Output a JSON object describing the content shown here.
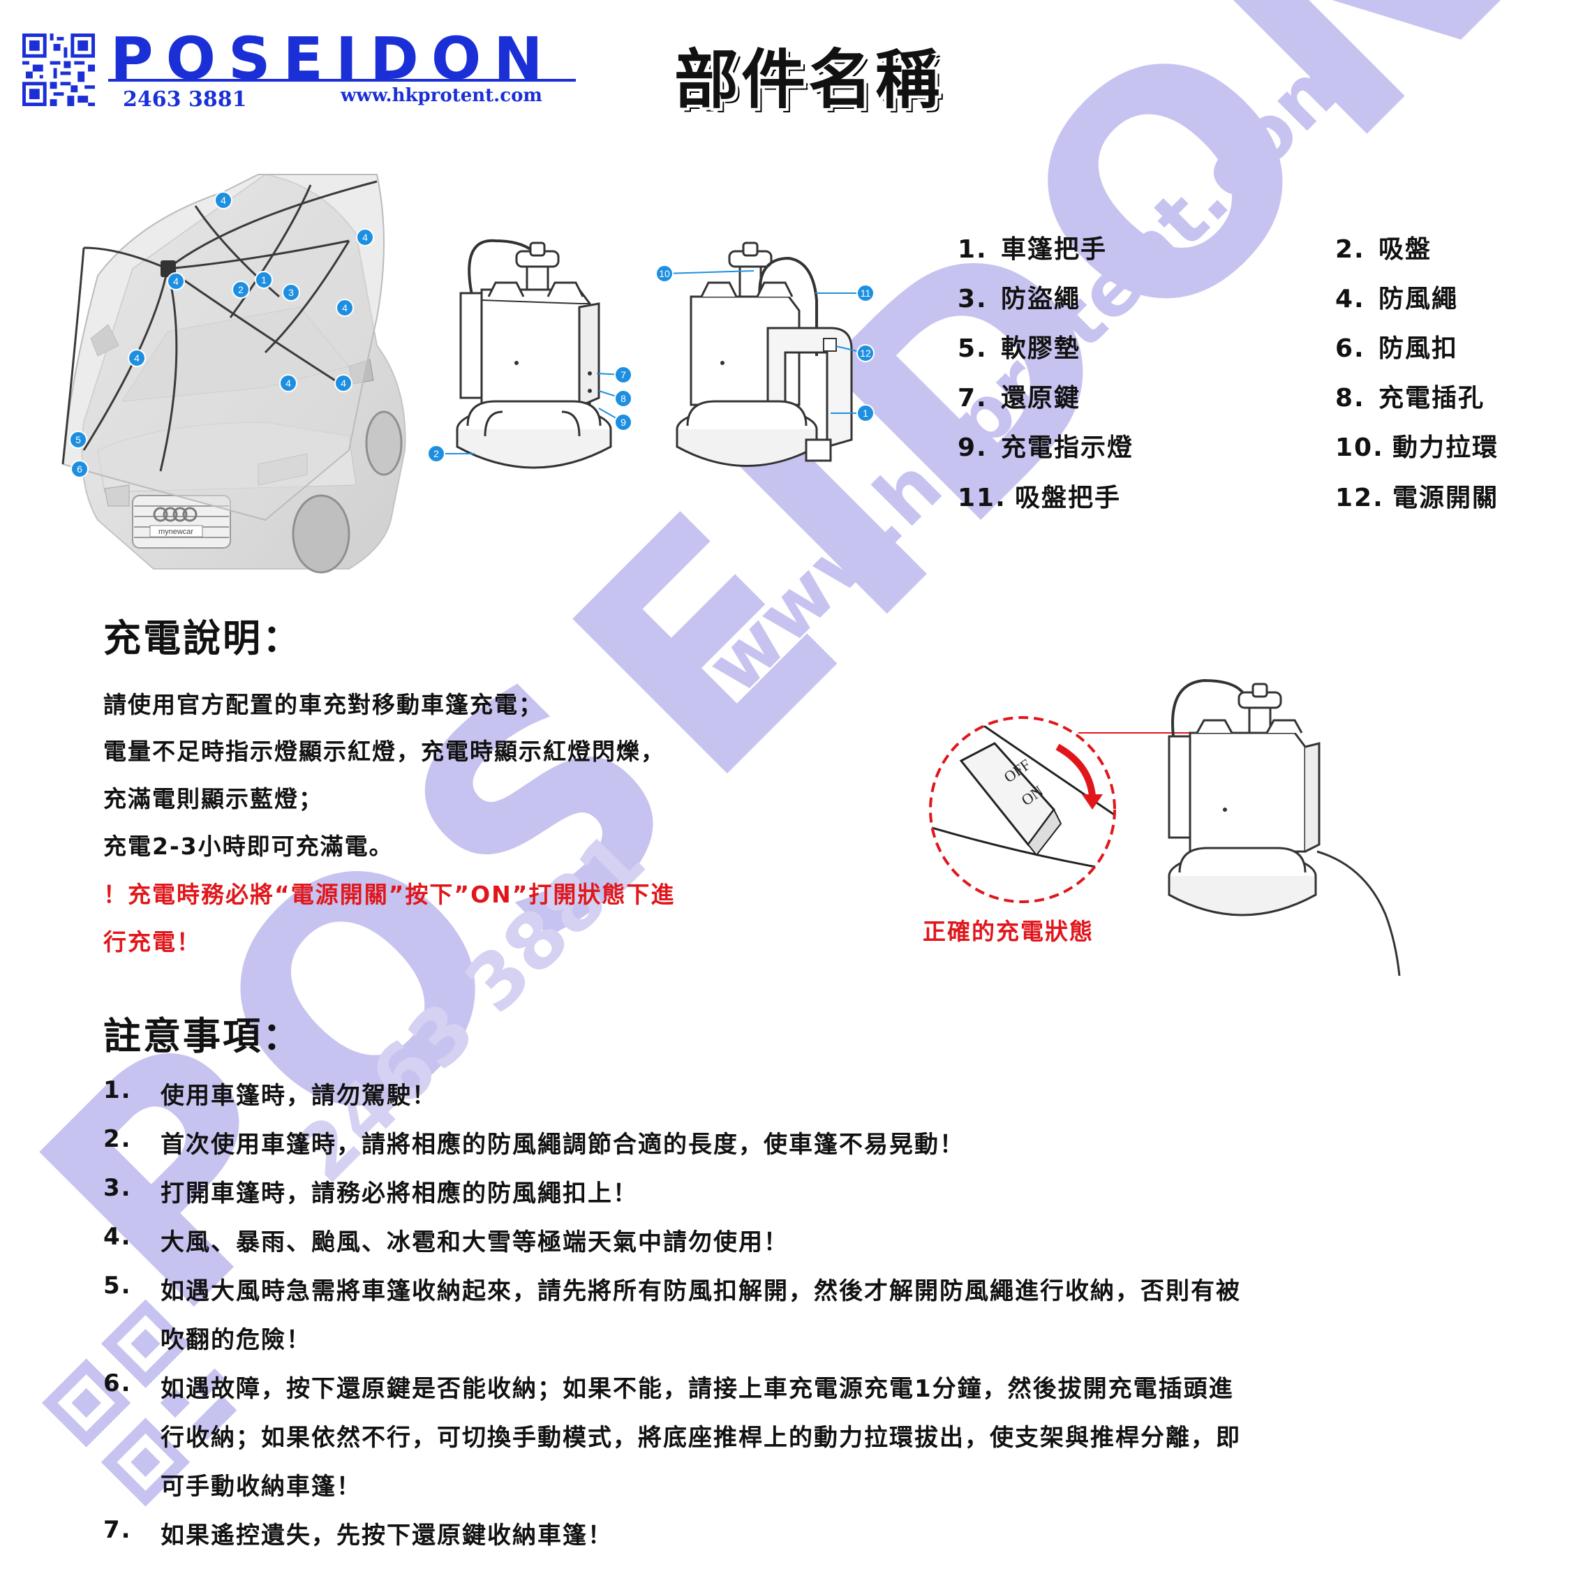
{
  "header": {
    "brand": "POSEIDON",
    "phone": "2463 3881",
    "website": "www.hkprotent.com",
    "title": "部件名稱"
  },
  "parts": [
    {
      "num": "1.",
      "name": "車篷把手"
    },
    {
      "num": "2.",
      "name": "吸盤"
    },
    {
      "num": "3.",
      "name": "防盜繩"
    },
    {
      "num": "4.",
      "name": "防風繩"
    },
    {
      "num": "5.",
      "name": "軟膠墊"
    },
    {
      "num": "6.",
      "name": "防風扣"
    },
    {
      "num": "7.",
      "name": "還原鍵"
    },
    {
      "num": "8.",
      "name": "充電插孔"
    },
    {
      "num": "9.",
      "name": "充電指示燈"
    },
    {
      "num": "10.",
      "name": "動力拉環"
    },
    {
      "num": "11.",
      "name": "吸盤把手"
    },
    {
      "num": "12.",
      "name": "電源開關"
    }
  ],
  "callouts": {
    "car": [
      "4",
      "4",
      "4",
      "1",
      "2",
      "3",
      "4",
      "4",
      "4",
      "4",
      "5",
      "6"
    ],
    "device1": [
      "7",
      "8",
      "9",
      "2"
    ],
    "device2": [
      "10",
      "11",
      "12",
      "1"
    ]
  },
  "car_badge": "mynewcar",
  "switch_labels": {
    "off": "OFF",
    "on": "ON"
  },
  "charging": {
    "heading": "充電說明：",
    "lines": [
      "請使用官方配置的車充對移動車篷充電；",
      "電量不足時指示燈顯示紅燈，充電時顯示紅燈閃爍，",
      "充滿電則顯示藍燈；",
      "充電2-3小時即可充滿電。"
    ],
    "warning_lines": [
      "！充電時務必將“電源開關”按下”ON”打開狀態下進",
      "行充電！"
    ],
    "correct_label": "正確的充電狀態"
  },
  "notes": {
    "heading": "註意事項：",
    "items": [
      {
        "num": "1.",
        "lines": [
          "使用車篷時，請勿駕駛！"
        ]
      },
      {
        "num": "2.",
        "lines": [
          "首次使用車篷時，請將相應的防風繩調節合適的長度，使車篷不易晃動！"
        ]
      },
      {
        "num": "3.",
        "lines": [
          "打開車篷時，請務必將相應的防風繩扣上！"
        ]
      },
      {
        "num": "4.",
        "lines": [
          "大風、暴雨、颱風、冰雹和大雪等極端天氣中請勿使用！"
        ]
      },
      {
        "num": "5.",
        "lines": [
          "如遇大風時急需將車篷收納起來，請先將所有防風扣解開，然後才解開防風繩進行收納，否則有被",
          "吹翻的危險！"
        ]
      },
      {
        "num": "6.",
        "lines": [
          "如遇故障，按下還原鍵是否能收納；如果不能，請接上車充電源充電1分鐘，然後拔開充電插頭進",
          "行收納；如果依然不行，可切換手動模式，將底座推桿上的動力拉環拔出，使支架與推桿分離，即",
          "可手動收納車篷！"
        ]
      },
      {
        "num": "7.",
        "lines": [
          "如果遙控遺失，先按下還原鍵收納車篷！"
        ]
      }
    ]
  },
  "watermark": {
    "brand": "POSEIDON",
    "website": "www.hkprotent.com",
    "phone": "2463 3881"
  },
  "colors": {
    "brand_blue": "#1a2fd6",
    "watermark": "#c7c3f0",
    "warning_red": "#e0161b",
    "callout_blue": "#1e8fe0"
  }
}
